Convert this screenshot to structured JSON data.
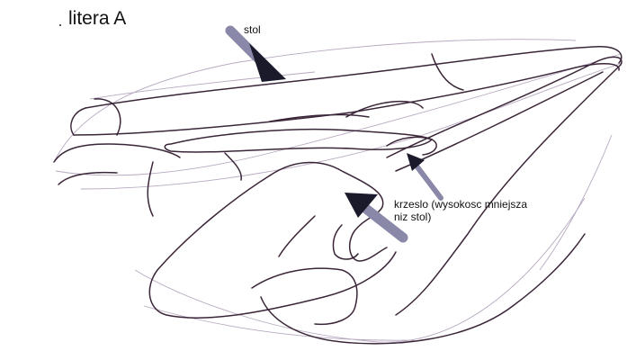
{
  "title": "litera A",
  "labels": {
    "stol": "stol",
    "krzeslo_line1": "krzeslo (wysokosc mniejsza",
    "krzeslo_line2": "niz stol)"
  },
  "colors": {
    "background": "#ffffff",
    "sketch_line": "#3a2638",
    "sketch_faint": "#b7a9c0",
    "arrow_light": "#8a88a8",
    "arrow_dark": "#1a1a2a"
  }
}
